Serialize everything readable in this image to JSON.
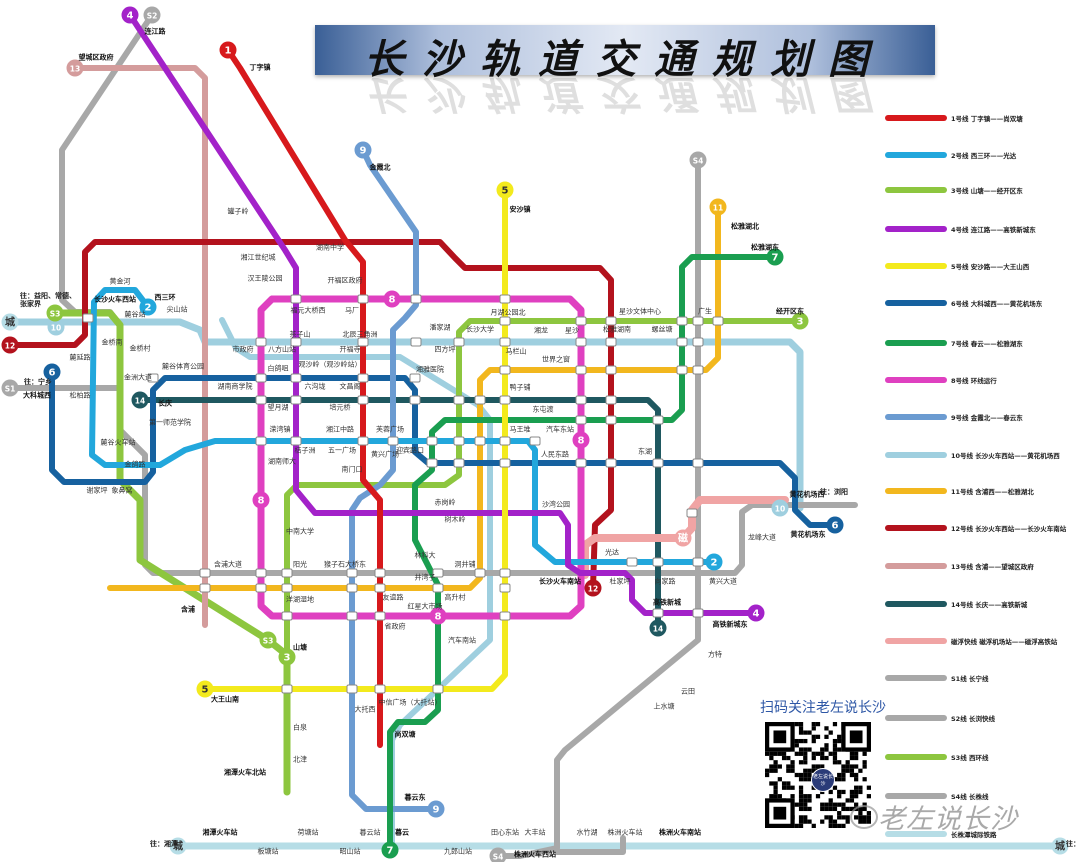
{
  "title": "长沙轨道交通规划图",
  "lines": [
    {
      "id": "1",
      "color": "#d7191c",
      "legend": "1号线 丁字镇——尚双塘"
    },
    {
      "id": "2",
      "color": "#22a7dc",
      "legend": "2号线 西三环——光达"
    },
    {
      "id": "3",
      "color": "#8dc63f",
      "legend": "3号线 山塘——经开区东"
    },
    {
      "id": "4",
      "color": "#a322c9",
      "legend": "4号线 连江路——高铁新城东"
    },
    {
      "id": "5",
      "color": "#f3ea1d",
      "legend": "5号线 安沙路——大王山西"
    },
    {
      "id": "6",
      "color": "#16619f",
      "legend": "6号线 大科城西——黄花机场东"
    },
    {
      "id": "7",
      "color": "#1a9e50",
      "legend": "7号线 春云——松雅湖东"
    },
    {
      "id": "8",
      "color": "#df40c0",
      "legend": "8号线 环线运行"
    },
    {
      "id": "9",
      "color": "#6b9bd1",
      "legend": "9号线 金霞北——春云东"
    },
    {
      "id": "10",
      "color": "#9fcfdf",
      "legend": "10号线 长沙火车西站——黄花机场西"
    },
    {
      "id": "11",
      "color": "#f2b71e",
      "legend": "11号线 含浦西——松雅湖北"
    },
    {
      "id": "12",
      "color": "#b3121d",
      "legend": "12号线 长沙火车西站——长沙火车南站"
    },
    {
      "id": "13",
      "color": "#d49c9c",
      "legend": "13号线 含浦——望城区政府"
    },
    {
      "id": "14",
      "color": "#1f5860",
      "legend": "14号线 长庆——高铁新城"
    },
    {
      "id": "maglev",
      "color": "#f0a4a4",
      "legend": "磁浮快线 磁浮机场站——磁浮高铁站"
    },
    {
      "id": "S1",
      "color": "#a8a8a8",
      "legend": "S1线 长宁线"
    },
    {
      "id": "S2",
      "color": "#a8a8a8",
      "legend": "S2线 长浏快线"
    },
    {
      "id": "S3",
      "color": "#8dc63f",
      "legend": "S3线 西环线"
    },
    {
      "id": "S4",
      "color": "#a8a8a8",
      "legend": "S4线 长株线"
    },
    {
      "id": "intercity",
      "color": "#b6dde6",
      "legend": "长株潭城际铁路"
    }
  ],
  "badges": [
    "1",
    "2",
    "3",
    "4",
    "5",
    "6",
    "7",
    "8",
    "9",
    "10",
    "11",
    "12",
    "13",
    "14",
    "S1",
    "S2",
    "S3",
    "S4",
    "磁",
    "城",
    "城",
    "城",
    "2",
    "3",
    "4",
    "6",
    "7",
    "9",
    "10",
    "12",
    "14",
    "S3",
    "S4",
    "8",
    "8",
    "8",
    "5"
  ],
  "destinations": [
    "往：益阳、常德、张家界",
    "往：宁乡",
    "往：浏阳",
    "往：湘潭",
    "往：株洲"
  ],
  "stations": [
    "连江路",
    "望城区政府",
    "丁字镇",
    "罐子岭",
    "湘江世纪城",
    "湖南中学",
    "开福区政府",
    "汉王陵公园",
    "福元大桥西",
    "马厂",
    "茶子山",
    "北辰三角洲",
    "市政府",
    "八方山站",
    "开福寺",
    "观沙岭（观沙岭站）",
    "白鸽咀",
    "湖南商学院",
    "六沟垅",
    "文昌阁",
    "湘雅医院",
    "望月湖",
    "培元桥",
    "溁湾镇",
    "湘江中路",
    "芙蓉广场",
    "桔子洲",
    "五一广场",
    "黄兴广场",
    "迎宾路口",
    "湖南师大",
    "南门口",
    "月湖公园北",
    "潘家湖",
    "长沙大学",
    "湘龙",
    "星沙",
    "四方坪",
    "马栏山",
    "世界之窗",
    "鸭子铺",
    "东屯渡",
    "马王堆",
    "汽车东站",
    "人民东路",
    "东湖",
    "沙湾公园",
    "中南大学",
    "含浦大道",
    "阳光",
    "猴子石大桥东",
    "友谊路",
    "高升村",
    "洋湖湿地",
    "省政府",
    "红星大市场",
    "汽车南站",
    "山塘",
    "含浦",
    "大王山南",
    "中信广场（大托站）",
    "尚双塘",
    "湘潭火车北站",
    "白泉",
    "北津",
    "赤岗岭",
    "树木岭",
    "林科大",
    "井湾子",
    "松雅湖北",
    "松雅湖东",
    "经开区东",
    "星沙文体中心",
    "松雅湖南",
    "螺丝塘",
    "广生",
    "黄金河",
    "西三环",
    "长沙火车西站",
    "麓谷站",
    "尖山站",
    "金桥南",
    "金桥村",
    "麓延路",
    "金洲大道",
    "松柏路",
    "大科城西",
    "麓谷体育公园",
    "长庆",
    "第一师范学院",
    "麓谷火车站",
    "金鸽路",
    "谢家坪",
    "象鼻窝",
    "光达",
    "杜家坪",
    "向家路",
    "黄兴大道",
    "高铁新城",
    "高铁新城东",
    "黄花机场西",
    "黄花机场东",
    "龙峰大道",
    "方特",
    "云田",
    "上水塘",
    "湘潭火车站",
    "板塘站",
    "荷塘站",
    "昭山站",
    "暮云站",
    "暮云",
    "暮云东",
    "九郎山站",
    "田心东站",
    "大丰站",
    "株洲火车西站",
    "水竹湖",
    "株洲火车站",
    "株洲火车南站",
    "安沙镇",
    "金霞北",
    "长沙火车南站",
    "大托西",
    "洞井铺"
  ],
  "qr": {
    "title": "扫码关注老左说长沙",
    "logo_text": "老左说长沙"
  },
  "watermark": "老左说长沙"
}
